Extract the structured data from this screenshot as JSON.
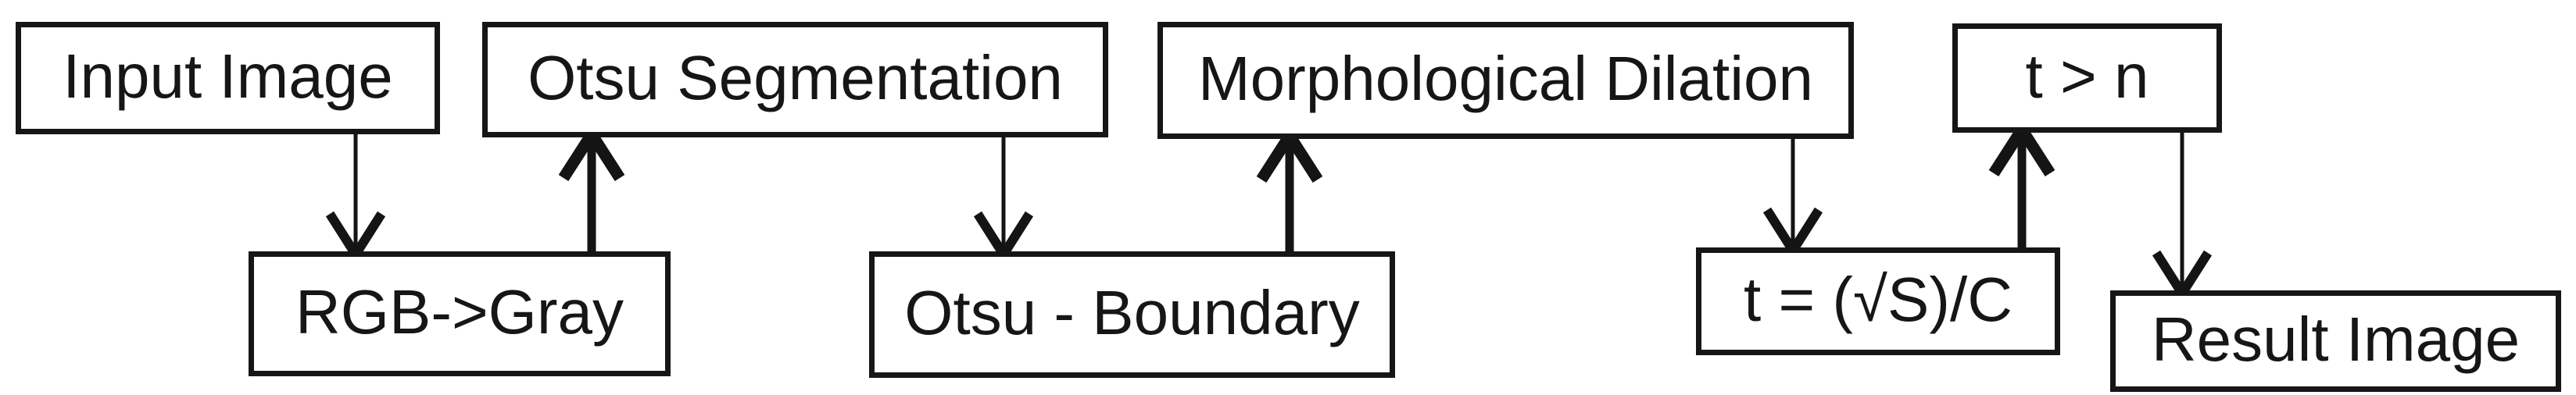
{
  "colors": {
    "background": "#ffffff",
    "stroke": "#141414",
    "text": "#161616"
  },
  "nodes": [
    {
      "id": "input-image",
      "label": "Input Image",
      "row": "top"
    },
    {
      "id": "otsu-segmentation",
      "label": "Otsu Segmentation",
      "row": "top"
    },
    {
      "id": "morphological-dilation",
      "label": "Morphological Dilation",
      "row": "top"
    },
    {
      "id": "t-greater-n",
      "label": "t > n",
      "row": "top"
    },
    {
      "id": "rgb-to-gray",
      "label": "RGB->Gray",
      "row": "bottom"
    },
    {
      "id": "otsu-boundary",
      "label": "Otsu - Boundary",
      "row": "bottom"
    },
    {
      "id": "threshold-formula",
      "label": "t = (√S)/C",
      "row": "bottom"
    },
    {
      "id": "result-image",
      "label": "Result Image",
      "row": "bottom"
    }
  ],
  "edges": [
    {
      "from": "input-image",
      "to": "rgb-to-gray",
      "direction": "down",
      "weight": "thin"
    },
    {
      "from": "rgb-to-gray",
      "to": "otsu-segmentation",
      "direction": "up",
      "weight": "thick"
    },
    {
      "from": "otsu-segmentation",
      "to": "otsu-boundary",
      "direction": "down",
      "weight": "thin"
    },
    {
      "from": "otsu-boundary",
      "to": "morphological-dilation",
      "direction": "up",
      "weight": "thick"
    },
    {
      "from": "morphological-dilation",
      "to": "threshold-formula",
      "direction": "down",
      "weight": "thin"
    },
    {
      "from": "threshold-formula",
      "to": "t-greater-n",
      "direction": "up",
      "weight": "thick"
    },
    {
      "from": "t-greater-n",
      "to": "result-image",
      "direction": "down",
      "weight": "thin"
    }
  ]
}
